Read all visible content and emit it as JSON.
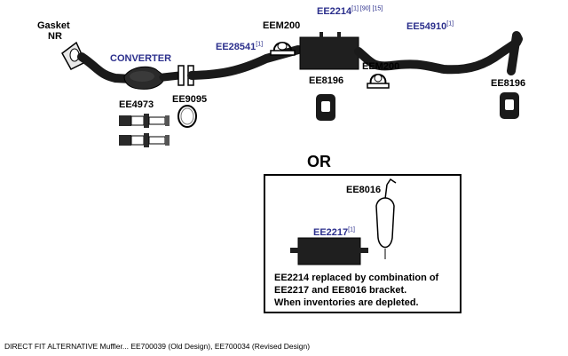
{
  "labels": {
    "gasket": "Gasket",
    "gasket_nr": "NR",
    "converter": "CONVERTER",
    "ee28541": "EE28541",
    "ee28541_ref": "[1]",
    "eem200_top": "EEM200",
    "ee2214": "EE2214",
    "ee2214_refs": "[1] [90] [15]",
    "ee54910": "EE54910",
    "ee54910_ref": "[1]",
    "eem200_right": "EEM200",
    "ee8196_mid": "EE8196",
    "ee8196_right": "EE8196",
    "ee9095": "EE9095",
    "ee4973": "EE4973",
    "ee8016": "EE8016",
    "ee2217": "EE2217",
    "ee2217_ref": "[1]"
  },
  "or_text": "OR",
  "note_lines": [
    "EE2214 replaced by combination of",
    "EE2217 and EE8016 bracket.",
    "When inventories are depleted."
  ],
  "caption": "DIRECT FIT ALTERNATIVE Muffler... EE700039  (Old Design), EE700034 (Revised Design)",
  "colors": {
    "pipe": "#1a1a1a",
    "label_blue": "#2b2f8c"
  }
}
